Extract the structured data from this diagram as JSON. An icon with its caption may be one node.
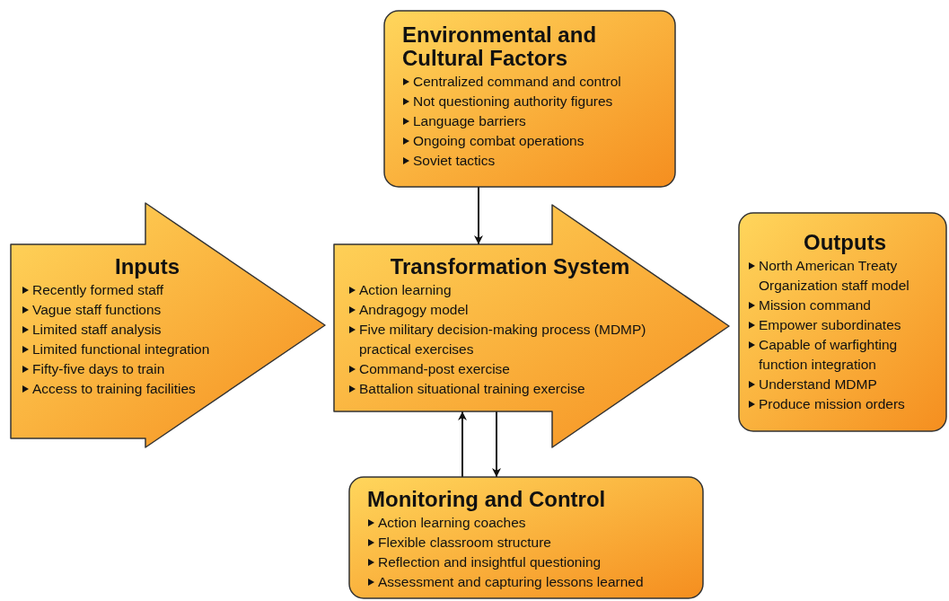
{
  "diagram": {
    "nodes": [
      {
        "text": [
          "Environmental and Cultural Factors",
          "Centralized command and control",
          "Not questioning authority figures",
          "Language barriers",
          "Ongoing combat operations",
          "Soviet tactics"
        ]
      },
      {
        "text": [
          "Inputs",
          "Recently formed staff",
          "Vague staff functions",
          "Limited staff analysis",
          "Limited functional integration",
          "Fifty-five days to train",
          "Access to training facilities"
        ]
      },
      {
        "text": [
          "Transformation System",
          "Action learning",
          "Andragogy model",
          "Five military decision-making process (MDMP) practical exercises",
          "Command-post exercise",
          "Battalion situational training exercise"
        ]
      },
      {
        "text": [
          "Outputs",
          "North American Treaty Organization staff model",
          "Mission command",
          "Empower subordinates",
          "Capable of warfighting function integration",
          "Understand MDMP",
          "Produce mission orders"
        ]
      },
      {
        "text": [
          "Monitoring and Control",
          "Action learning coaches",
          "Flexible classroom structure",
          "Reflection and insightful questioning",
          "Assessment and capturing lessons learned"
        ]
      }
    ],
    "edges": [
      {
        "from": 0,
        "to": 2,
        "arrow": "to"
      },
      {
        "from": 2,
        "to": 4,
        "arrow": "to"
      },
      {
        "from": 4,
        "to": 2,
        "arrow": "to"
      }
    ]
  }
}
